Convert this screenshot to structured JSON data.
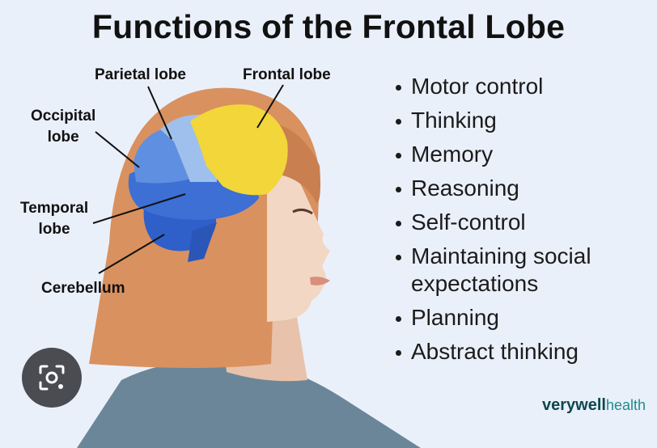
{
  "title": "Functions of the Frontal Lobe",
  "labels": {
    "parietal": "Parietal lobe",
    "frontal": "Frontal lobe",
    "occipital_1": "Occipital",
    "occipital_2": "lobe",
    "temporal_1": "Temporal",
    "temporal_2": "lobe",
    "cerebellum": "Cerebellum"
  },
  "functions": [
    "Motor control",
    "Thinking",
    "Memory",
    "Reasoning",
    "Self-control",
    "Maintaining social expectations",
    "Planning",
    "Abstract thinking"
  ],
  "brand": {
    "part1": "verywell",
    "part2": "health"
  },
  "colors": {
    "background": "#eaf0fa",
    "frontal_lobe": "#f2d63a",
    "parietal_lobe": "#9fc0ec",
    "occipital_lobe": "#5f8fe0",
    "temporal_lobe": "#3d6fd4",
    "cerebellum": "#2f5fc8",
    "hair": "#d9915f",
    "skin": "#f2d7c5"
  },
  "icons": {
    "lens": "image-search-icon"
  }
}
